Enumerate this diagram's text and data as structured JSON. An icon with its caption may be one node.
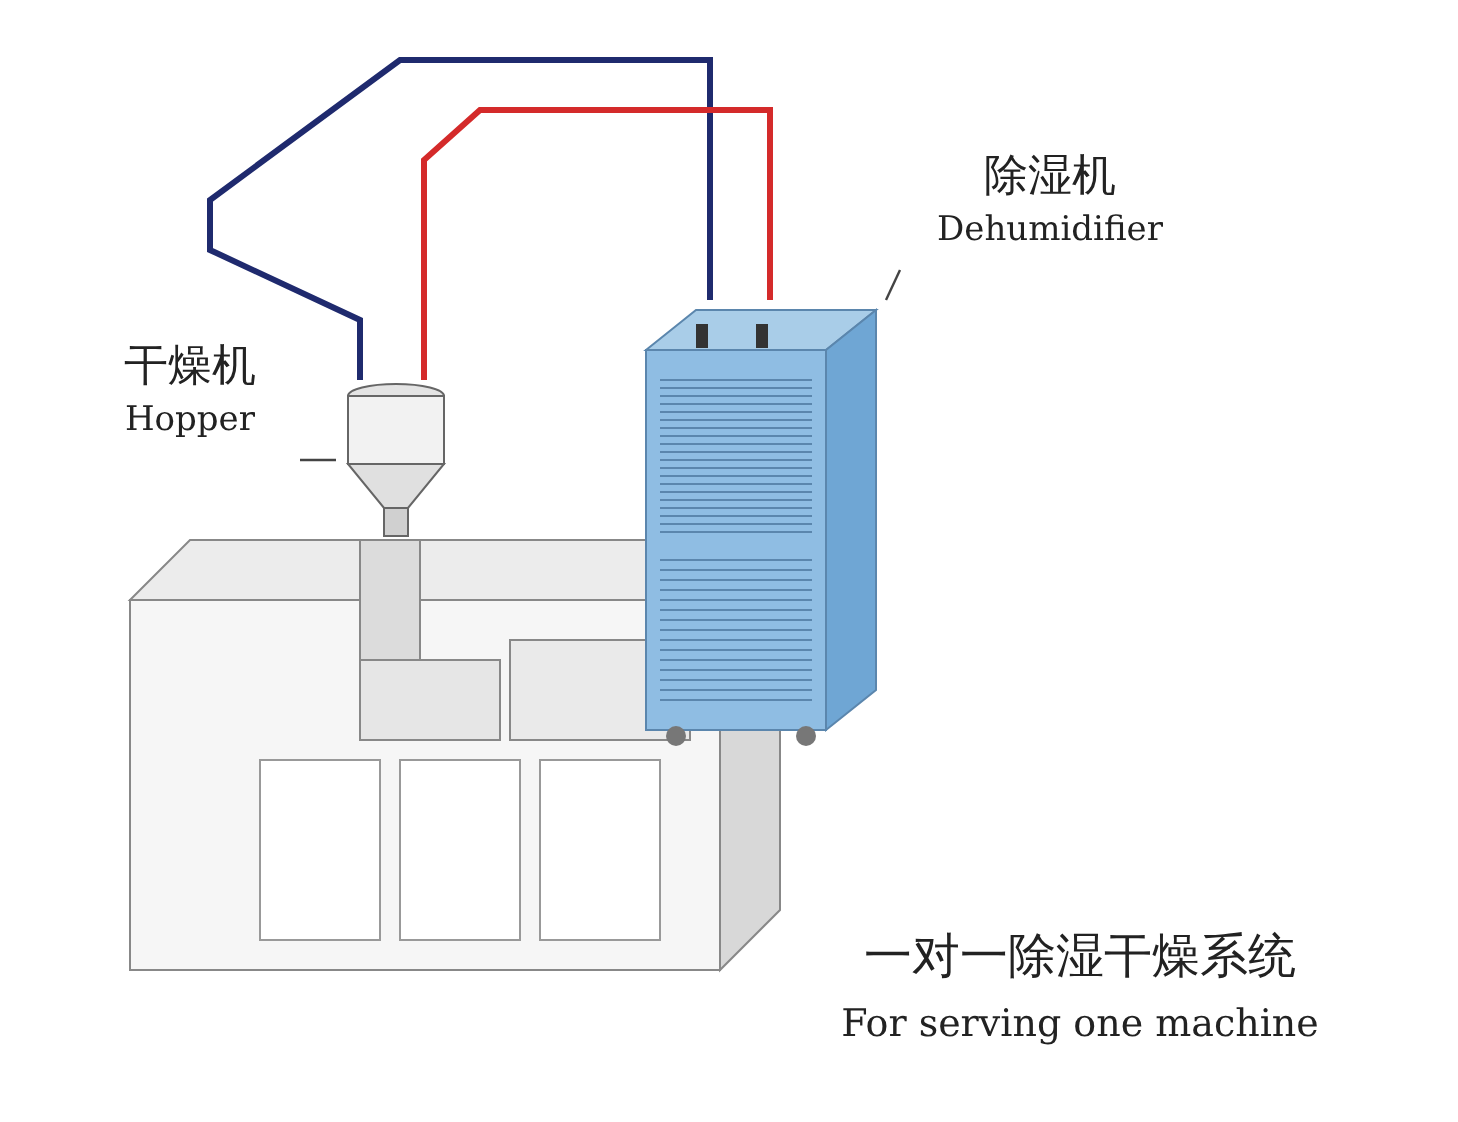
{
  "diagram": {
    "nodes": [
      {
        "text": [
          "除湿机",
          "Dehumidifier"
        ]
      },
      {
        "text": [
          "干燥机",
          "Hopper"
        ]
      },
      {
        "text": [],
        "shape": "picture"
      },
      {
        "text": [],
        "shape": "picture"
      }
    ],
    "edges": [
      {
        "from": 0,
        "to": 2,
        "arrow": "none"
      },
      {
        "from": 1,
        "to": 3,
        "arrow": "none"
      },
      {
        "from": 3,
        "to": 2,
        "arrow": "none",
        "style": "thick",
        "color": "#1f2a6e"
      },
      {
        "from": 3,
        "to": 2,
        "arrow": "none",
        "style": "thick",
        "color": "#d42a2a"
      }
    ],
    "labels": [
      "一对一除湿干燥系统",
      "For serving one machine"
    ]
  }
}
